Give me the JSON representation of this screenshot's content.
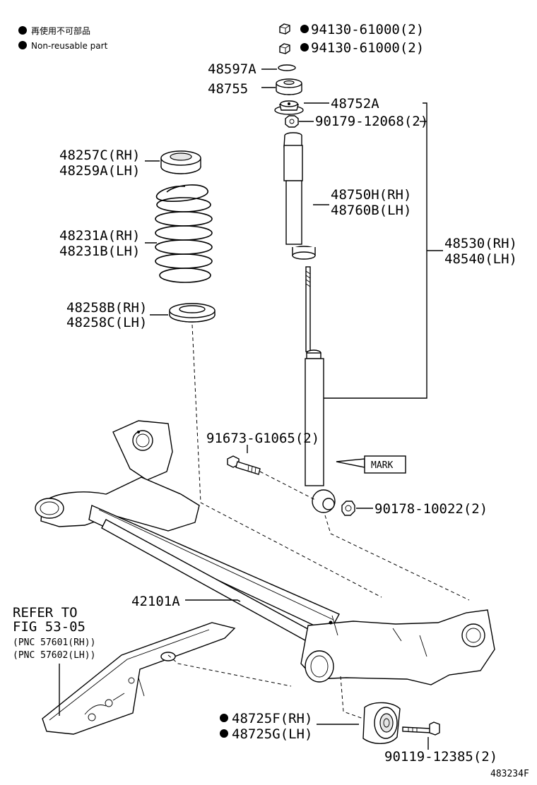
{
  "legend": {
    "jp": "再使用不可部品",
    "en": "Non-reusable part"
  },
  "labels": {
    "nut_a": "94130-61000(2)",
    "nut_b": "94130-61000(2)",
    "p48597a": "48597A",
    "p48755": "48755",
    "p48752a": "48752A",
    "p90179": "90179-12068(2)",
    "p48257c": "48257C(RH)",
    "p48259a": "48259A(LH)",
    "p48750h": "48750H(RH)",
    "p48760b": "48760B(LH)",
    "p48231a": "48231A(RH)",
    "p48231b": "48231B(LH)",
    "p48530": "48530(RH)",
    "p48540": "48540(LH)",
    "p48258b": "48258B(RH)",
    "p48258c": "48258C(LH)",
    "p91673": "91673-G1065(2)",
    "mark": "MARK",
    "p90178": "90178-10022(2)",
    "p42101a": "42101A",
    "refer1": "REFER TO",
    "refer2": "FIG 53-05",
    "refer3": "(PNC 57601(RH))",
    "refer4": "(PNC 57602(LH))",
    "p48725f": "48725F(RH)",
    "p48725g": "48725G(LH)",
    "p90119": "90119-12385(2)",
    "fig_no": "483234F"
  }
}
